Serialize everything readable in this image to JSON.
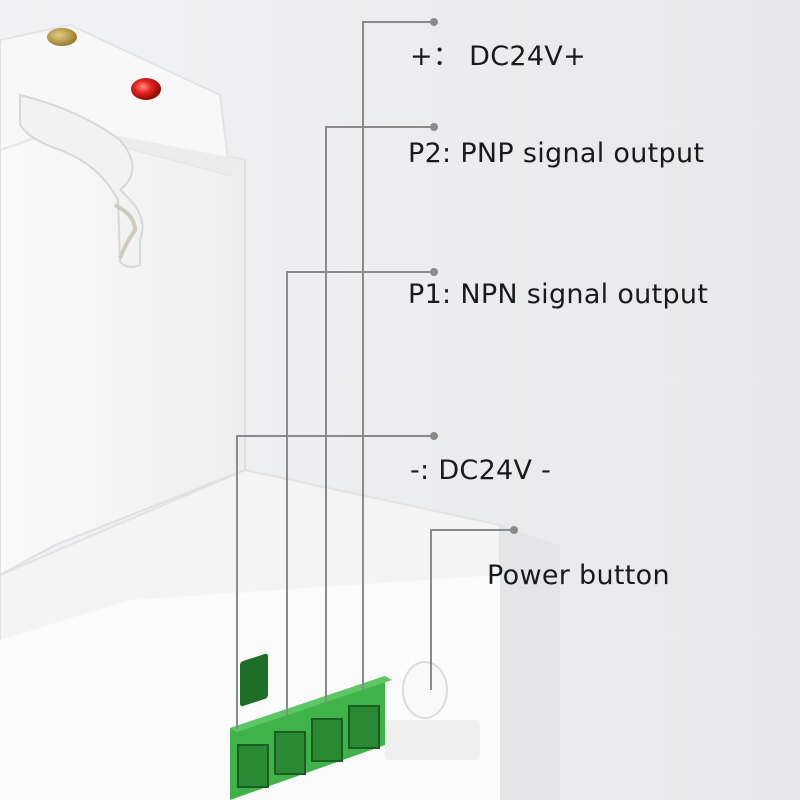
{
  "labels": {
    "dc_plus": "+： DC24V+",
    "p2": "P2: PNP signal output",
    "p1": "P1: NPN signal output",
    "dc_minus": "-: DC24V -",
    "power": "Power button"
  },
  "colors": {
    "background": "#eceeef",
    "device_body": "#f7f7f7",
    "terminal_green": "#3fb24a",
    "indicator_led": "#e0201c",
    "leader_lines": "#8a8a8a"
  }
}
